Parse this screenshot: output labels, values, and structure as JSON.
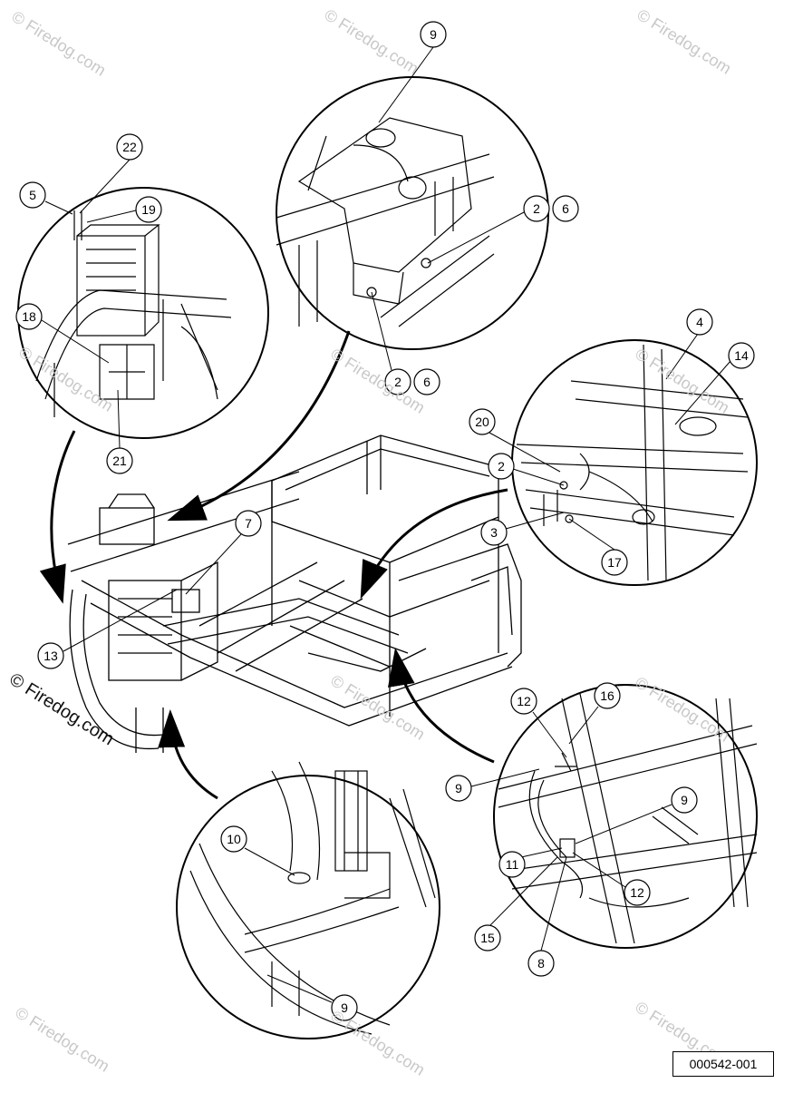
{
  "watermark": "© Firedog.com",
  "reference_number": "000542-001",
  "callouts": {
    "c9a": "9",
    "c22": "22",
    "c5": "5",
    "c19": "19",
    "c2a": "2",
    "c6a": "6",
    "c18": "18",
    "c2b": "2",
    "c6b": "6",
    "c4": "4",
    "c14": "14",
    "c21": "21",
    "c20": "20",
    "c2c": "2",
    "c7": "7",
    "c3": "3",
    "c17": "17",
    "c13": "13",
    "c12a": "12",
    "c16": "16",
    "c9b": "9",
    "c10": "10",
    "c9c": "9",
    "c11": "11",
    "c12b": "12",
    "c15": "15",
    "c8": "8",
    "c9d": "9"
  }
}
